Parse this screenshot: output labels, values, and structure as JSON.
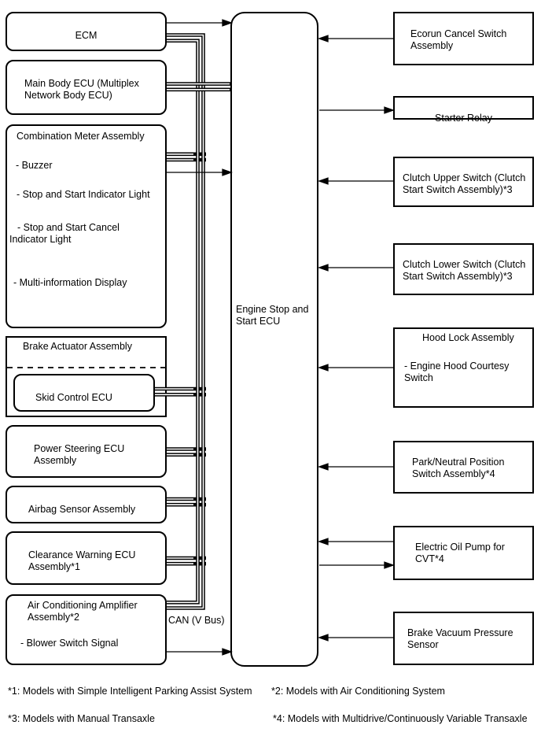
{
  "diagram": {
    "left_column": {
      "ecm": {
        "label": "ECM"
      },
      "main_body_ecu": {
        "label": "Main Body ECU (Multiplex\nNetwork Body ECU)"
      },
      "combination_meter": {
        "title": "Combination Meter Assembly",
        "items": [
          "- Buzzer",
          "- Stop and Start Indicator Light",
          "- Stop and Start Cancel\nIndicator Light",
          "- Multi-information Display"
        ]
      },
      "brake_actuator": {
        "title": "Brake Actuator Assembly",
        "skid_control": {
          "label": "Skid Control ECU"
        }
      },
      "power_steering": {
        "label": "Power Steering ECU\nAssembly"
      },
      "airbag": {
        "label": "Airbag Sensor Assembly"
      },
      "clearance_warning": {
        "label": "Clearance Warning ECU\nAssembly*1"
      },
      "air_conditioning": {
        "label": "Air Conditioning Amplifier\nAssembly*2",
        "item": "- Blower Switch Signal"
      }
    },
    "center": {
      "label": "Engine Stop and\nStart ECU",
      "bus_label": "CAN (V Bus)"
    },
    "right_column": {
      "ecorun": {
        "label": "Ecorun Cancel Switch\nAssembly"
      },
      "starter_relay": {
        "label": "Starter Relay"
      },
      "clutch_upper": {
        "label": "Clutch Upper Switch (Clutch\nStart Switch Assembly)*3"
      },
      "clutch_lower": {
        "label": "Clutch Lower Switch (Clutch\nStart Switch Assembly)*3"
      },
      "hood_lock": {
        "title": "Hood Lock Assembly",
        "item": "- Engine Hood Courtesy\nSwitch"
      },
      "park_neutral": {
        "label": "Park/Neutral Position\nSwitch Assembly*4"
      },
      "oil_pump": {
        "label": "Electric Oil Pump for\nCVT*4"
      },
      "brake_vacuum": {
        "label": "Brake Vacuum Pressure\nSensor"
      }
    },
    "footnotes": [
      "*1: Models with Simple Intelligent Parking Assist System",
      "*2: Models with Air Conditioning System",
      "*3: Models with Manual Transaxle",
      "*4: Models with Multidrive/Continuously Variable Transaxle"
    ],
    "colors": {
      "line": "#000000",
      "background": "#ffffff"
    }
  }
}
